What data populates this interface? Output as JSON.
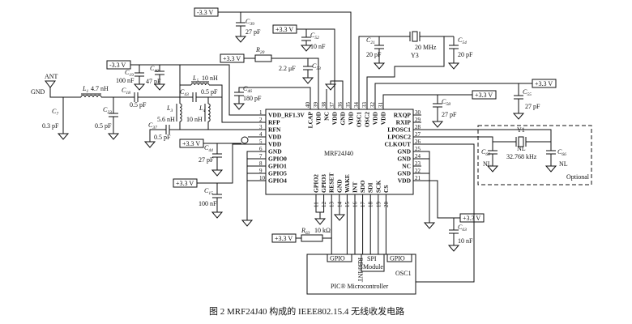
{
  "caption": "图 2   MRF24J40 构成的 IEEE802.15.4 无线收发电路",
  "antenna": {
    "label": "ANT",
    "gnd": "GND"
  },
  "supplies": {
    "neg": "-3.3 V",
    "pos": "+3.3 V"
  },
  "chip": {
    "name": "MRF24J40",
    "pins_left": [
      {
        "n": "1",
        "name": "VDD_RF1.3V"
      },
      {
        "n": "2",
        "name": "RFP"
      },
      {
        "n": "3",
        "name": "RFN"
      },
      {
        "n": "4",
        "name": "VDD"
      },
      {
        "n": "5",
        "name": "VDD"
      },
      {
        "n": "6",
        "name": "GND"
      },
      {
        "n": "7",
        "name": "GPIO0"
      },
      {
        "n": "8",
        "name": "GPIO1"
      },
      {
        "n": "9",
        "name": "GPIO5"
      },
      {
        "n": "10",
        "name": "GPIO4"
      }
    ],
    "pins_bottom": [
      {
        "n": "11",
        "name": "GPIO2"
      },
      {
        "n": "12",
        "name": "GPIO3"
      },
      {
        "n": "13",
        "name": "RESET"
      },
      {
        "n": "14",
        "name": "GND"
      },
      {
        "n": "15",
        "name": "WAKE"
      },
      {
        "n": "16",
        "name": "INT"
      },
      {
        "n": "17",
        "name": "SDO"
      },
      {
        "n": "18",
        "name": "SDI"
      },
      {
        "n": "19",
        "name": "SCK"
      },
      {
        "n": "20",
        "name": "CS"
      }
    ],
    "pins_right": [
      {
        "n": "21",
        "name": "VDD"
      },
      {
        "n": "22",
        "name": "GND"
      },
      {
        "n": "23",
        "name": "NC"
      },
      {
        "n": "24",
        "name": "GND"
      },
      {
        "n": "25",
        "name": "GND"
      },
      {
        "n": "26",
        "name": "CLKOUT"
      },
      {
        "n": "27",
        "name": "LPOSC2"
      },
      {
        "n": "28",
        "name": "LPOSC1"
      },
      {
        "n": "29",
        "name": "RXIP"
      },
      {
        "n": "30",
        "name": "RXQP"
      }
    ],
    "pins_top": [
      {
        "n": "31",
        "name": "VDD"
      },
      {
        "n": "32",
        "name": "VDD"
      },
      {
        "n": "33",
        "name": "OSC2"
      },
      {
        "n": "34",
        "name": "OSC1"
      },
      {
        "n": "35",
        "name": "VDD"
      },
      {
        "n": "36",
        "name": "GND"
      },
      {
        "n": "37",
        "name": "VDD"
      },
      {
        "n": "38",
        "name": "NC"
      },
      {
        "n": "39",
        "name": "VDD"
      },
      {
        "n": "40",
        "name": "LCAP"
      }
    ]
  },
  "components": {
    "C39": {
      "letter": "C",
      "sub": "39",
      "value": "27 pF"
    },
    "C52": {
      "letter": "C",
      "sub": "52",
      "value": "10 nF"
    },
    "R20": {
      "letter": "R",
      "sub": "20",
      "value": ""
    },
    "C53": {
      "letter": "C",
      "sub": "53",
      "value": "2.2 μF"
    },
    "C19": {
      "letter": "C",
      "sub": "19",
      "value": "100 nF"
    },
    "C40": {
      "letter": "C",
      "sub": "40",
      "value": "47 pF"
    },
    "L1": {
      "letter": "L",
      "sub": "1",
      "value": "4.7 nH"
    },
    "C7": {
      "letter": "C",
      "sub": "7",
      "value": "0.3 pF"
    },
    "C23": {
      "letter": "C",
      "sub": "23",
      "value": "0.5 pF"
    },
    "C18": {
      "letter": "C",
      "sub": "18",
      "value": "0.5 pF"
    },
    "L5": {
      "letter": "L",
      "sub": "5",
      "value": "10 nH"
    },
    "C43": {
      "letter": "C",
      "sub": "43",
      "value": "0.5 pF"
    },
    "L3": {
      "letter": "L",
      "sub": "3",
      "value": "5.6 nH"
    },
    "L4": {
      "letter": "L",
      "sub": "4",
      "value": "10 nH"
    },
    "C37": {
      "letter": "C",
      "sub": "37",
      "value": "0.5 pF"
    },
    "C46": {
      "letter": "C",
      "sub": "46",
      "value": "180 pF"
    },
    "C44": {
      "letter": "C",
      "sub": "44",
      "value": "27 pF"
    },
    "C15": {
      "letter": "C",
      "sub": "15",
      "value": "100 nF"
    },
    "C21": {
      "letter": "C",
      "sub": "21",
      "value": "20 pF"
    },
    "C54": {
      "letter": "C",
      "sub": "54",
      "value": "20 pF"
    },
    "Y3": {
      "letter": "Y3",
      "sub": "",
      "value": "20 MHz"
    },
    "C55": {
      "letter": "C",
      "sub": "55",
      "value": "27 pF"
    },
    "C58": {
      "letter": "C",
      "sub": "58",
      "value": "27 pF"
    },
    "Y1": {
      "letter": "Y1",
      "sub": "",
      "value": "NL",
      "freq": "32.768 kHz"
    },
    "C60": {
      "letter": "C",
      "sub": "60",
      "value": "NL"
    },
    "C66": {
      "letter": "C",
      "sub": "66",
      "value": "NL"
    },
    "C63": {
      "letter": "C",
      "sub": "63",
      "value": "10 nF"
    },
    "R63": {
      "letter": "R",
      "sub": "63",
      "value": "10 kΩ"
    }
  },
  "optional_label": "Optional",
  "mcu": {
    "name": "PIC® Microcontroller",
    "gpio_left": "GPIO",
    "int": "RB0/INT",
    "spi_line1": "SPI",
    "spi_line2": "Module",
    "gpio_right": "GPIO",
    "osc": "OSC1"
  }
}
